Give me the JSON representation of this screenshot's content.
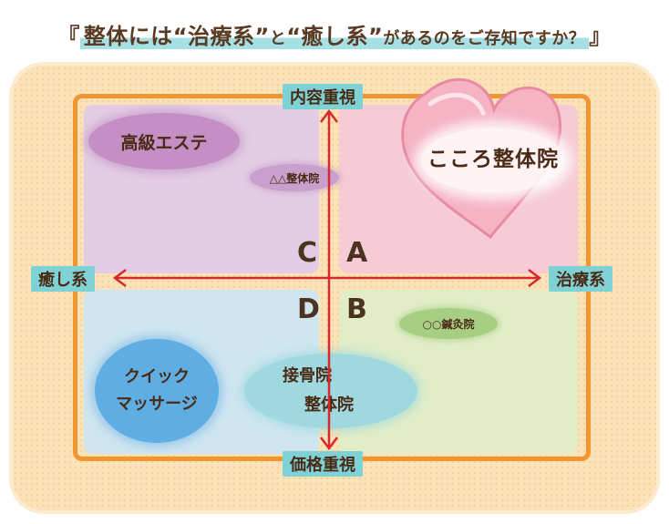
{
  "title": {
    "open_bracket": "『",
    "part1": "整体には",
    "kw1": "“治療系”",
    "part2": "と",
    "kw2": "“癒し系”",
    "part3": "があるのをご存知ですか？",
    "close_bracket": "』"
  },
  "axes": {
    "top": "内容重視",
    "bottom": "価格重視",
    "left": "癒し系",
    "right": "治療系"
  },
  "quadrants": {
    "a": "A",
    "b": "B",
    "c": "C",
    "d": "D"
  },
  "items": {
    "esthe": "高級エステ",
    "triangle_clinic": "△△整体院",
    "kokoro": "こころ整体院",
    "circle_acupuncture": "○○鍼灸院",
    "quick_massage_line1": "クイック",
    "quick_massage_line2": "マッサージ",
    "bone_line1": "接骨院",
    "bone_line2": "整体院"
  },
  "colors": {
    "arrow": "#d7282f",
    "frame": "#f0952f",
    "heart_fill": "#f5b3c4",
    "heart_stroke": "#e78aa3"
  }
}
